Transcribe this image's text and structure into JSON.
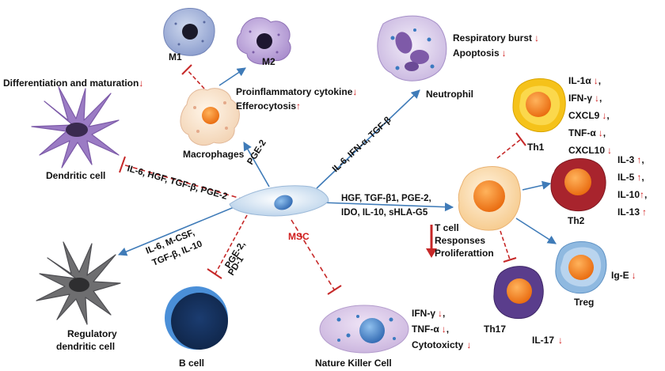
{
  "center": {
    "label": "MSC"
  },
  "cells": {
    "m1": "M1",
    "m2": "M2",
    "macrophages": "Macrophages",
    "neutrophil": "Neutrophil",
    "dendritic": "Dendritic cell",
    "regulatory_dc_line1": "Regulatory",
    "regulatory_dc_line2": "dendritic cell",
    "bcell": "B cell",
    "nk": "Nature Killer Cell",
    "th1": "Th1",
    "th2": "Th2",
    "th17": "Th17",
    "treg": "Treg"
  },
  "effects": {
    "dc_diff": "Differentiation and maturation",
    "proinflammatory": "Proinflammatory cytokine",
    "efferocytosis": "Efferocytosis",
    "resp_burst": "Respiratory burst",
    "apoptosis": "Apoptosis",
    "th1_list": [
      "IL-1α",
      "IFN-γ",
      "CXCL9",
      "TNF-α",
      "CXCL10"
    ],
    "th2_list": [
      "IL-3",
      "IL-5",
      "IL-10",
      "IL-13"
    ],
    "ige": "Ig-E",
    "il17": "IL-17",
    "nk_list": [
      "IFN-γ",
      "TNF-α",
      "Cytotoxicty"
    ],
    "tcell_line1": "T cell",
    "tcell_line2": "Responses",
    "tcell_line3": "Proliferattion"
  },
  "factors": {
    "pge2_top": "PGE-2",
    "neutrophil": "IL-6, IFN-α, TGF-β",
    "dc": "IL-6, HGF, TGF-β, PGE-2",
    "regdc_line1": "IL-6, M-CSF,",
    "regdc_line2": "TGF-β, IL-10",
    "bcell_line1": "PGE-2,",
    "bcell_line2": "PD-1",
    "tcell_line1": "HGF, TGF-β1, PGE-2,",
    "tcell_line2": "IDO, IL-10, sHLA-G5"
  },
  "arrows": {
    "down": "↓",
    "up": "↑"
  },
  "colors": {
    "arrow_blue": "#3f7bb8",
    "inhibit_red": "#c62828",
    "dc_purple": "#9b7bc4",
    "th1_yellow": "#f5c21a",
    "th2_red": "#a8242d",
    "th17_purple": "#5a3d8c",
    "treg_blue": "#8fb9e0",
    "core_orange": "#f07a1a"
  }
}
